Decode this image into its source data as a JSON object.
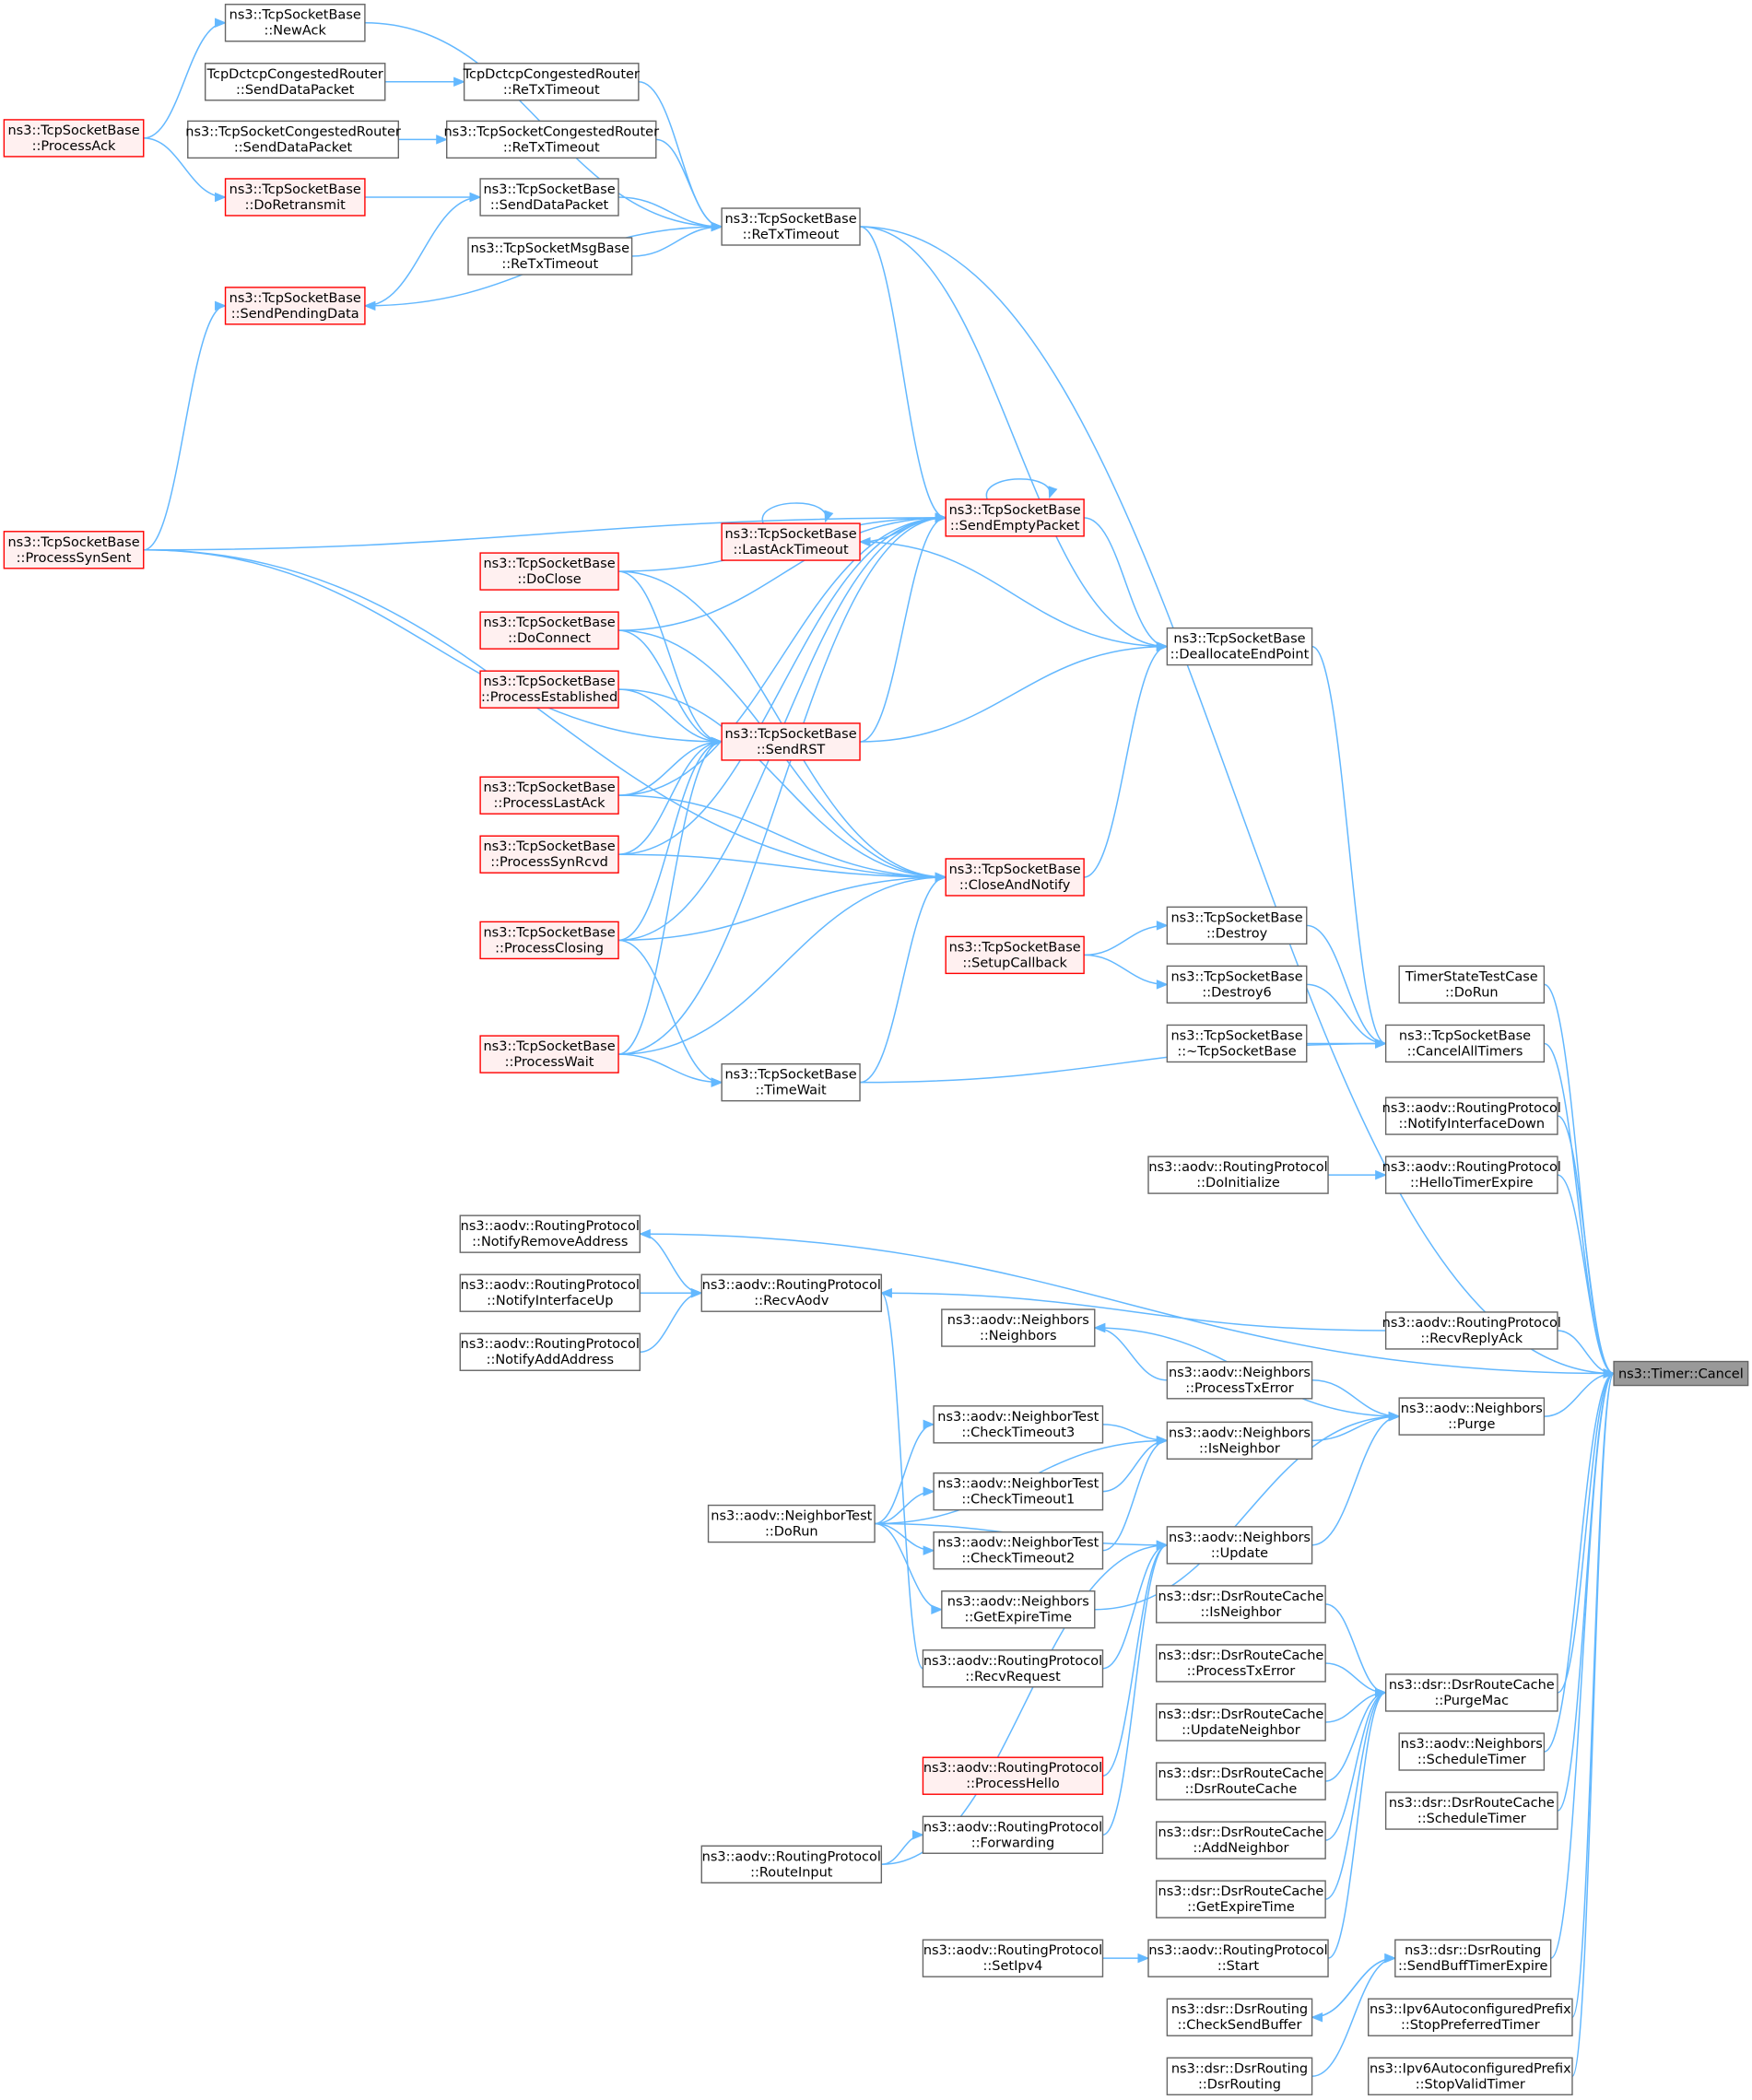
{
  "graph": {
    "title": "ns3::Timer::Cancel caller graph",
    "colors": {
      "edge": "#63b8ff",
      "red_border": "#ff0000",
      "red_fill": "#fff0f0",
      "current_fill": "#999999",
      "border": "#666666"
    },
    "nodes": [
      {
        "id": "cancel",
        "lines": [
          "ns3::Timer::Cancel"
        ],
        "style": "current"
      },
      {
        "id": "newack",
        "lines": [
          "ns3::TcpSocketBase",
          "::NewAck"
        ],
        "style": "normal"
      },
      {
        "id": "dctcp_send",
        "lines": [
          "TcpDctcpCongestedRouter",
          "::SendDataPacket"
        ],
        "style": "normal"
      },
      {
        "id": "dctcp_retx",
        "lines": [
          "TcpDctcpCongestedRouter",
          "::ReTxTimeout"
        ],
        "style": "normal"
      },
      {
        "id": "processack",
        "lines": [
          "ns3::TcpSocketBase",
          "::ProcessAck"
        ],
        "style": "red"
      },
      {
        "id": "cr_send",
        "lines": [
          "ns3::TcpSocketCongestedRouter",
          "::SendDataPacket"
        ],
        "style": "normal"
      },
      {
        "id": "cr_retx",
        "lines": [
          "ns3::TcpSocketCongestedRouter",
          "::ReTxTimeout"
        ],
        "style": "normal"
      },
      {
        "id": "doretransmit",
        "lines": [
          "ns3::TcpSocketBase",
          "::DoRetransmit"
        ],
        "style": "red"
      },
      {
        "id": "senddatapacket",
        "lines": [
          "ns3::TcpSocketBase",
          "::SendDataPacket"
        ],
        "style": "normal"
      },
      {
        "id": "retx",
        "lines": [
          "ns3::TcpSocketBase",
          "::ReTxTimeout"
        ],
        "style": "normal"
      },
      {
        "id": "msg_retx",
        "lines": [
          "ns3::TcpSocketMsgBase",
          "::ReTxTimeout"
        ],
        "style": "normal"
      },
      {
        "id": "sendpending",
        "lines": [
          "ns3::TcpSocketBase",
          "::SendPendingData"
        ],
        "style": "red"
      },
      {
        "id": "sendempty",
        "lines": [
          "ns3::TcpSocketBase",
          "::SendEmptyPacket"
        ],
        "style": "red"
      },
      {
        "id": "lastack",
        "lines": [
          "ns3::TcpSocketBase",
          "::LastAckTimeout"
        ],
        "style": "red"
      },
      {
        "id": "processsynsent",
        "lines": [
          "ns3::TcpSocketBase",
          "::ProcessSynSent"
        ],
        "style": "red"
      },
      {
        "id": "doclose",
        "lines": [
          "ns3::TcpSocketBase",
          "::DoClose"
        ],
        "style": "red"
      },
      {
        "id": "dealloc",
        "lines": [
          "ns3::TcpSocketBase",
          "::DeallocateEndPoint"
        ],
        "style": "normal"
      },
      {
        "id": "doconnect",
        "lines": [
          "ns3::TcpSocketBase",
          "::DoConnect"
        ],
        "style": "red"
      },
      {
        "id": "established",
        "lines": [
          "ns3::TcpSocketBase",
          "::ProcessEstablished"
        ],
        "style": "red"
      },
      {
        "id": "sendrst",
        "lines": [
          "ns3::TcpSocketBase",
          "::SendRST"
        ],
        "style": "red"
      },
      {
        "id": "processlastack",
        "lines": [
          "ns3::TcpSocketBase",
          "::ProcessLastAck"
        ],
        "style": "red"
      },
      {
        "id": "synrcvd",
        "lines": [
          "ns3::TcpSocketBase",
          "::ProcessSynRcvd"
        ],
        "style": "red"
      },
      {
        "id": "closenotify",
        "lines": [
          "ns3::TcpSocketBase",
          "::CloseAndNotify"
        ],
        "style": "red"
      },
      {
        "id": "destroy",
        "lines": [
          "ns3::TcpSocketBase",
          "::Destroy"
        ],
        "style": "normal"
      },
      {
        "id": "setupcb",
        "lines": [
          "ns3::TcpSocketBase",
          "::SetupCallback"
        ],
        "style": "red"
      },
      {
        "id": "closing",
        "lines": [
          "ns3::TcpSocketBase",
          "::ProcessClosing"
        ],
        "style": "red"
      },
      {
        "id": "timerstate",
        "lines": [
          "TimerStateTestCase",
          "::DoRun"
        ],
        "style": "normal"
      },
      {
        "id": "destroy6",
        "lines": [
          "ns3::TcpSocketBase",
          "::Destroy6"
        ],
        "style": "normal"
      },
      {
        "id": "dtor",
        "lines": [
          "ns3::TcpSocketBase",
          "::~TcpSocketBase"
        ],
        "style": "normal"
      },
      {
        "id": "cancelall",
        "lines": [
          "ns3::TcpSocketBase",
          "::CancelAllTimers"
        ],
        "style": "normal"
      },
      {
        "id": "processwait",
        "lines": [
          "ns3::TcpSocketBase",
          "::ProcessWait"
        ],
        "style": "red"
      },
      {
        "id": "timewait",
        "lines": [
          "ns3::TcpSocketBase",
          "::TimeWait"
        ],
        "style": "normal"
      },
      {
        "id": "ifdown",
        "lines": [
          "ns3::aodv::RoutingProtocol",
          "::NotifyInterfaceDown"
        ],
        "style": "normal"
      },
      {
        "id": "doinit",
        "lines": [
          "ns3::aodv::RoutingProtocol",
          "::DoInitialize"
        ],
        "style": "normal"
      },
      {
        "id": "hello",
        "lines": [
          "ns3::aodv::RoutingProtocol",
          "::HelloTimerExpire"
        ],
        "style": "normal"
      },
      {
        "id": "rmaddr",
        "lines": [
          "ns3::aodv::RoutingProtocol",
          "::NotifyRemoveAddress"
        ],
        "style": "normal"
      },
      {
        "id": "ifup",
        "lines": [
          "ns3::aodv::RoutingProtocol",
          "::NotifyInterfaceUp"
        ],
        "style": "normal"
      },
      {
        "id": "recvaodv",
        "lines": [
          "ns3::aodv::RoutingProtocol",
          "::RecvAodv"
        ],
        "style": "normal"
      },
      {
        "id": "neighbors",
        "lines": [
          "ns3::aodv::Neighbors",
          "::Neighbors"
        ],
        "style": "normal"
      },
      {
        "id": "recvreplyack",
        "lines": [
          "ns3::aodv::RoutingProtocol",
          "::RecvReplyAck"
        ],
        "style": "normal"
      },
      {
        "id": "addaddr",
        "lines": [
          "ns3::aodv::RoutingProtocol",
          "::NotifyAddAddress"
        ],
        "style": "normal"
      },
      {
        "id": "n_txerr",
        "lines": [
          "ns3::aodv::Neighbors",
          "::ProcessTxError"
        ],
        "style": "normal"
      },
      {
        "id": "ct3",
        "lines": [
          "ns3::aodv::NeighborTest",
          "::CheckTimeout3"
        ],
        "style": "normal"
      },
      {
        "id": "purge",
        "lines": [
          "ns3::aodv::Neighbors",
          "::Purge"
        ],
        "style": "normal"
      },
      {
        "id": "isneighbor",
        "lines": [
          "ns3::aodv::Neighbors",
          "::IsNeighbor"
        ],
        "style": "normal"
      },
      {
        "id": "ct1",
        "lines": [
          "ns3::aodv::NeighborTest",
          "::CheckTimeout1"
        ],
        "style": "normal"
      },
      {
        "id": "ntdorun",
        "lines": [
          "ns3::aodv::NeighborTest",
          "::DoRun"
        ],
        "style": "normal"
      },
      {
        "id": "ct2",
        "lines": [
          "ns3::aodv::NeighborTest",
          "::CheckTimeout2"
        ],
        "style": "normal"
      },
      {
        "id": "update",
        "lines": [
          "ns3::aodv::Neighbors",
          "::Update"
        ],
        "style": "normal"
      },
      {
        "id": "n_expire",
        "lines": [
          "ns3::aodv::Neighbors",
          "::GetExpireTime"
        ],
        "style": "normal"
      },
      {
        "id": "d_isneighbor",
        "lines": [
          "ns3::dsr::DsrRouteCache",
          "::IsNeighbor"
        ],
        "style": "normal"
      },
      {
        "id": "recvrequest",
        "lines": [
          "ns3::aodv::RoutingProtocol",
          "::RecvRequest"
        ],
        "style": "normal"
      },
      {
        "id": "d_txerr",
        "lines": [
          "ns3::dsr::DsrRouteCache",
          "::ProcessTxError"
        ],
        "style": "normal"
      },
      {
        "id": "purgemac",
        "lines": [
          "ns3::dsr::DsrRouteCache",
          "::PurgeMac"
        ],
        "style": "normal"
      },
      {
        "id": "d_updneigh",
        "lines": [
          "ns3::dsr::DsrRouteCache",
          "::UpdateNeighbor"
        ],
        "style": "normal"
      },
      {
        "id": "n_sched",
        "lines": [
          "ns3::aodv::Neighbors",
          "::ScheduleTimer"
        ],
        "style": "normal"
      },
      {
        "id": "d_ctor",
        "lines": [
          "ns3::dsr::DsrRouteCache",
          "::DsrRouteCache"
        ],
        "style": "normal"
      },
      {
        "id": "processhello",
        "lines": [
          "ns3::aodv::RoutingProtocol",
          "::ProcessHello"
        ],
        "style": "red"
      },
      {
        "id": "d_sched",
        "lines": [
          "ns3::dsr::DsrRouteCache",
          "::ScheduleTimer"
        ],
        "style": "normal"
      },
      {
        "id": "forwarding",
        "lines": [
          "ns3::aodv::RoutingProtocol",
          "::Forwarding"
        ],
        "style": "normal"
      },
      {
        "id": "d_addneigh",
        "lines": [
          "ns3::dsr::DsrRouteCache",
          "::AddNeighbor"
        ],
        "style": "normal"
      },
      {
        "id": "routeinput",
        "lines": [
          "ns3::aodv::RoutingProtocol",
          "::RouteInput"
        ],
        "style": "normal"
      },
      {
        "id": "d_expire",
        "lines": [
          "ns3::dsr::DsrRouteCache",
          "::GetExpireTime"
        ],
        "style": "normal"
      },
      {
        "id": "setipv4",
        "lines": [
          "ns3::aodv::RoutingProtocol",
          "::SetIpv4"
        ],
        "style": "normal"
      },
      {
        "id": "start",
        "lines": [
          "ns3::aodv::RoutingProtocol",
          "::Start"
        ],
        "style": "normal"
      },
      {
        "id": "sendbuff",
        "lines": [
          "ns3::dsr::DsrRouting",
          "::SendBuffTimerExpire"
        ],
        "style": "normal"
      },
      {
        "id": "checksend",
        "lines": [
          "ns3::dsr::DsrRouting",
          "::CheckSendBuffer"
        ],
        "style": "normal"
      },
      {
        "id": "stoppref",
        "lines": [
          "ns3::Ipv6AutoconfiguredPrefix",
          "::StopPreferredTimer"
        ],
        "style": "normal"
      },
      {
        "id": "dsrrouting",
        "lines": [
          "ns3::dsr::DsrRouting",
          "::DsrRouting"
        ],
        "style": "normal"
      },
      {
        "id": "stopvalid",
        "lines": [
          "ns3::Ipv6AutoconfiguredPrefix",
          "::StopValidTimer"
        ],
        "style": "normal"
      }
    ],
    "edges": [
      [
        "processack",
        "newack"
      ],
      [
        "processack",
        "doretransmit"
      ],
      [
        "newack",
        "retx"
      ],
      [
        "dctcp_send",
        "dctcp_retx"
      ],
      [
        "dctcp_retx",
        "retx"
      ],
      [
        "cr_send",
        "cr_retx"
      ],
      [
        "cr_retx",
        "retx"
      ],
      [
        "doretransmit",
        "senddatapacket"
      ],
      [
        "sendpending",
        "senddatapacket"
      ],
      [
        "senddatapacket",
        "retx"
      ],
      [
        "msg_retx",
        "retx"
      ],
      [
        "retx",
        "sendpending"
      ],
      [
        "processsynsent",
        "sendpending"
      ],
      [
        "retx",
        "cancel"
      ],
      [
        "retx",
        "sendempty"
      ],
      [
        "processsynsent",
        "sendempty"
      ],
      [
        "doclose",
        "sendempty"
      ],
      [
        "doconnect",
        "sendempty"
      ],
      [
        "processlastack",
        "sendempty"
      ],
      [
        "synrcvd",
        "sendempty"
      ],
      [
        "closing",
        "sendempty"
      ],
      [
        "processwait",
        "sendempty"
      ],
      [
        "sendrst",
        "sendempty"
      ],
      [
        "sendempty",
        "lastack"
      ],
      [
        "sendempty",
        "sendempty"
      ],
      [
        "lastack",
        "lastack"
      ],
      [
        "sendempty",
        "dealloc"
      ],
      [
        "retx",
        "dealloc"
      ],
      [
        "lastack",
        "dealloc"
      ],
      [
        "sendrst",
        "dealloc"
      ],
      [
        "closenotify",
        "dealloc"
      ],
      [
        "dealloc",
        "cancelall"
      ],
      [
        "processsynsent",
        "sendrst"
      ],
      [
        "doclose",
        "sendrst"
      ],
      [
        "doconnect",
        "sendrst"
      ],
      [
        "established",
        "sendrst"
      ],
      [
        "processlastack",
        "sendrst"
      ],
      [
        "synrcvd",
        "sendrst"
      ],
      [
        "closing",
        "sendrst"
      ],
      [
        "processwait",
        "sendrst"
      ],
      [
        "doclose",
        "closenotify"
      ],
      [
        "doconnect",
        "closenotify"
      ],
      [
        "established",
        "closenotify"
      ],
      [
        "processlastack",
        "closenotify"
      ],
      [
        "synrcvd",
        "closenotify"
      ],
      [
        "closing",
        "closenotify"
      ],
      [
        "processwait",
        "closenotify"
      ],
      [
        "timewait",
        "closenotify"
      ],
      [
        "processsynsent",
        "closenotify"
      ],
      [
        "closing",
        "timewait"
      ],
      [
        "processwait",
        "timewait"
      ],
      [
        "timewait",
        "cancelall"
      ],
      [
        "setupcb",
        "destroy"
      ],
      [
        "setupcb",
        "destroy6"
      ],
      [
        "destroy",
        "cancelall"
      ],
      [
        "destroy6",
        "cancelall"
      ],
      [
        "dtor",
        "cancelall"
      ],
      [
        "cancelall",
        "cancel"
      ],
      [
        "timerstate",
        "cancel"
      ],
      [
        "ifdown",
        "cancel"
      ],
      [
        "hello",
        "cancel"
      ],
      [
        "doinit",
        "hello"
      ],
      [
        "rmaddr",
        "cancel"
      ],
      [
        "recvaodv",
        "rmaddr"
      ],
      [
        "ifup",
        "recvaodv"
      ],
      [
        "addaddr",
        "recvaodv"
      ],
      [
        "recvreplyack",
        "recvaodv"
      ],
      [
        "recvreplyack",
        "cancel"
      ],
      [
        "purge",
        "cancel"
      ],
      [
        "purge",
        "neighbors"
      ],
      [
        "n_txerr",
        "neighbors"
      ],
      [
        "n_txerr",
        "purge"
      ],
      [
        "isneighbor",
        "purge"
      ],
      [
        "update",
        "purge"
      ],
      [
        "n_expire",
        "purge"
      ],
      [
        "ct3",
        "isneighbor"
      ],
      [
        "ct1",
        "isneighbor"
      ],
      [
        "ct2",
        "isneighbor"
      ],
      [
        "ntdorun",
        "isneighbor"
      ],
      [
        "ntdorun",
        "ct3"
      ],
      [
        "ntdorun",
        "ct1"
      ],
      [
        "ntdorun",
        "ct2"
      ],
      [
        "ntdorun",
        "n_expire"
      ],
      [
        "recvrequest",
        "recvaodv"
      ],
      [
        "recvrequest",
        "update"
      ],
      [
        "processhello",
        "update"
      ],
      [
        "forwarding",
        "update"
      ],
      [
        "routeinput",
        "update"
      ],
      [
        "ntdorun",
        "update"
      ],
      [
        "routeinput",
        "forwarding"
      ],
      [
        "purgemac",
        "cancel"
      ],
      [
        "d_isneighbor",
        "purgemac"
      ],
      [
        "d_txerr",
        "purgemac"
      ],
      [
        "d_updneigh",
        "purgemac"
      ],
      [
        "d_ctor",
        "purgemac"
      ],
      [
        "d_addneigh",
        "purgemac"
      ],
      [
        "d_expire",
        "purgemac"
      ],
      [
        "start",
        "purgemac"
      ],
      [
        "n_sched",
        "cancel"
      ],
      [
        "d_sched",
        "cancel"
      ],
      [
        "setipv4",
        "start"
      ],
      [
        "sendbuff",
        "cancel"
      ],
      [
        "sendbuff",
        "checksend"
      ],
      [
        "checksend",
        "sendbuff"
      ],
      [
        "dsrrouting",
        "sendbuff"
      ],
      [
        "stoppref",
        "cancel"
      ],
      [
        "stopvalid",
        "cancel"
      ]
    ]
  }
}
